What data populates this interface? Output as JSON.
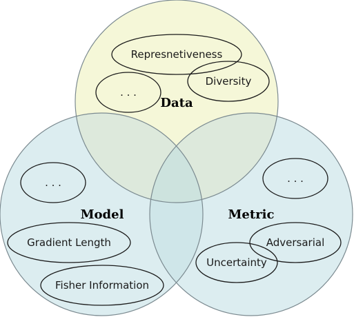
{
  "sets": {
    "data": {
      "title": "Data",
      "fill": "#f5f7d8",
      "items": {
        "representativeness": "Represnetiveness",
        "diversity": "Diversity",
        "more": ". . ."
      }
    },
    "model": {
      "title": "Model",
      "fill": "#dcedf0",
      "items": {
        "more": ". . .",
        "gradient_length": "Gradient Length",
        "fisher_information": "Fisher Information"
      }
    },
    "metric": {
      "title": "Metric",
      "fill": "#dcedf0",
      "items": {
        "more": ". . .",
        "adversarial": "Adversarial",
        "uncertainty": "Uncertainty"
      }
    }
  },
  "colors": {
    "overlap_data_model": "#dde9dc",
    "overlap_data_metric": "#dde9dc",
    "overlap_model_metric": "#cfe6e9",
    "overlap_all": "#cde3de",
    "circle_stroke": "#7b8a90",
    "oval_stroke": "#1a1a1a"
  }
}
